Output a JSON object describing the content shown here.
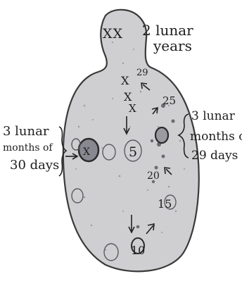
{
  "top_marks": "XX",
  "annotations": {
    "top_right": [
      "2 lunar",
      "years"
    ],
    "left": [
      "3 lunar",
      "months of",
      "30 days"
    ],
    "right": [
      "3 lunar",
      "months of",
      "29 days"
    ]
  },
  "numbers": {
    "n29": "29",
    "n25": "25",
    "n20": "20",
    "n15": "15",
    "n10": "10",
    "n5": "5"
  },
  "x_marks": [
    "X",
    "X",
    "X",
    "X"
  ],
  "colors": {
    "stone_fill": "#cfcfd2",
    "ink": "#1e1e1e"
  }
}
